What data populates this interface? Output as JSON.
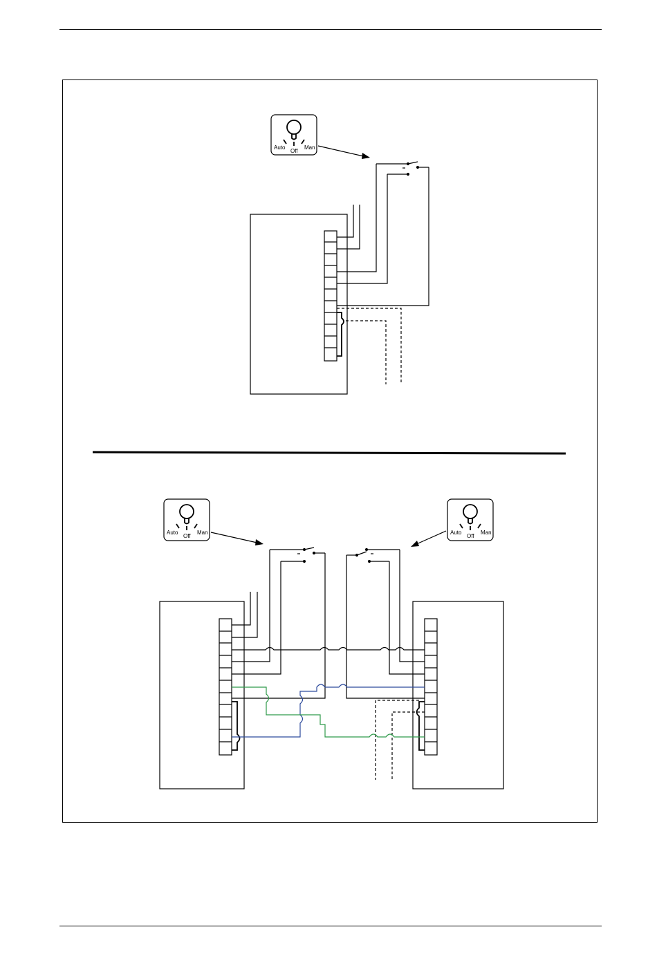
{
  "switch_labels": {
    "auto": "Auto",
    "off": "Off",
    "man": "Man"
  },
  "colors": {
    "wire": "#000000",
    "blue_wire": "#2c4a9c",
    "green_wire": "#2f9a4a"
  }
}
